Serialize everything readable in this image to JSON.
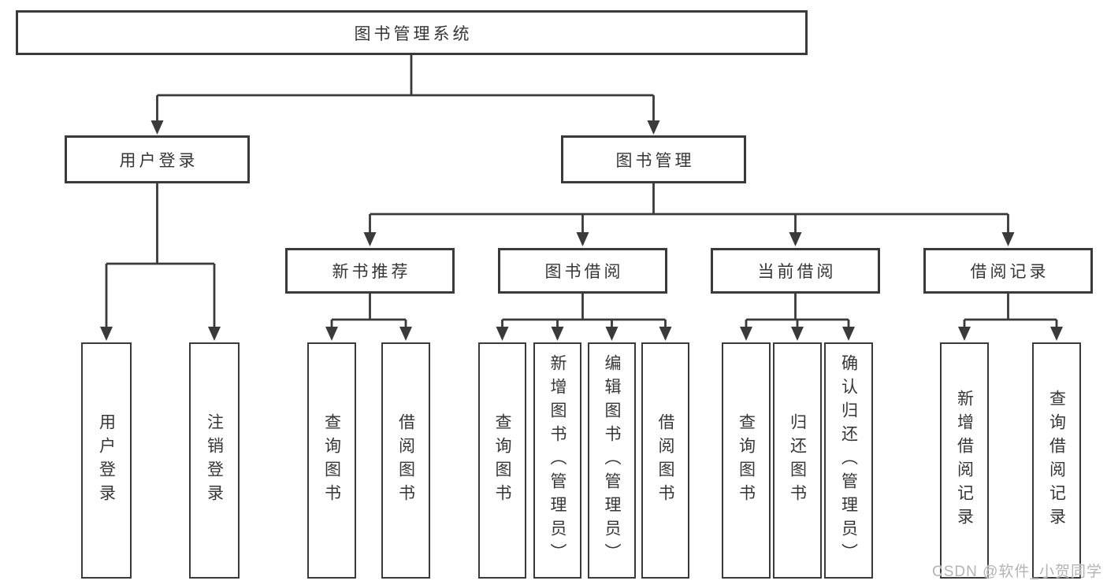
{
  "tree": {
    "root": {
      "label": "图书管理系统"
    },
    "level1": [
      {
        "label": "用户登录",
        "children": [
          {
            "label": "用户登录"
          },
          {
            "label": "注销登录"
          }
        ]
      },
      {
        "label": "图书管理",
        "children": [
          {
            "label": "新书推荐",
            "children": [
              {
                "label": "查询图书"
              },
              {
                "label": "借阅图书"
              }
            ]
          },
          {
            "label": "图书借阅",
            "children": [
              {
                "label": "查询图书"
              },
              {
                "label": "新增图书（管理员）"
              },
              {
                "label": "编辑图书（管理员）"
              },
              {
                "label": "借阅图书"
              }
            ]
          },
          {
            "label": "当前借阅",
            "children": [
              {
                "label": "查询图书"
              },
              {
                "label": "归还图书"
              },
              {
                "label": "确认归还（管理员）"
              }
            ]
          },
          {
            "label": "借阅记录",
            "children": [
              {
                "label": "新增借阅记录"
              },
              {
                "label": "查询借阅记录"
              }
            ]
          }
        ]
      }
    ]
  },
  "watermark": {
    "text": "CSDN @软件_小贺同学"
  },
  "colors": {
    "background": "#ffffff",
    "line": "#3a3a3a",
    "box_border": "#3a3a3a",
    "text": "#363636",
    "watermark": "#b3b3b3"
  }
}
